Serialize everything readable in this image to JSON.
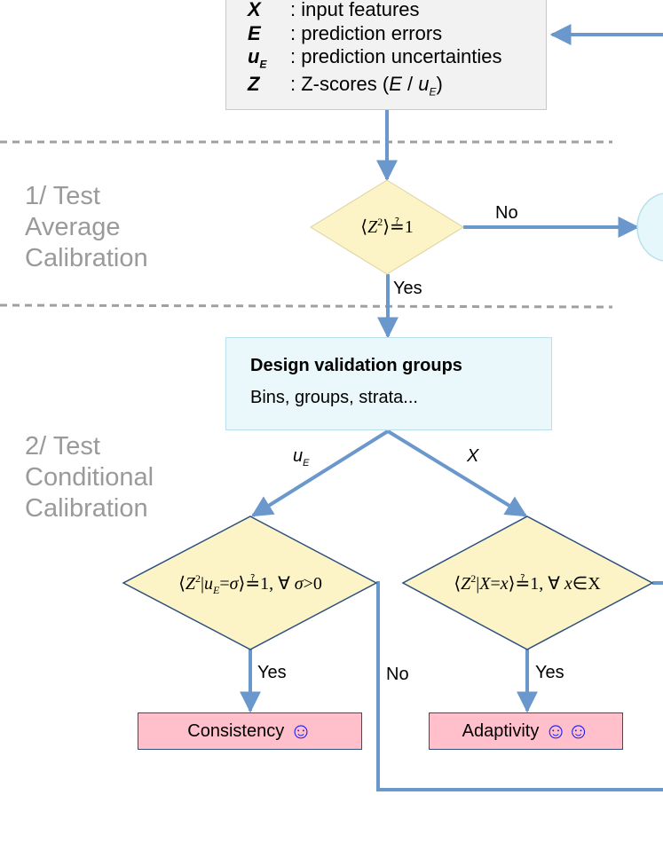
{
  "legend": {
    "rows": [
      {
        "symbol": "X",
        "description": ": input features"
      },
      {
        "symbol": "E",
        "description": ": prediction errors"
      },
      {
        "symbol": "u",
        "symbol_sub": "E",
        "description": ": prediction uncertainties"
      },
      {
        "symbol": "Z",
        "description_pre": ": Z-scores (",
        "description_var": "E",
        "description_mid": " / ",
        "description_var2": "u",
        "description_var2_sub": "E",
        "description_post": ")"
      }
    ]
  },
  "sections": [
    {
      "lines": [
        "1/ Test",
        "Average",
        "Calibration"
      ]
    },
    {
      "lines": [
        "2/ Test",
        "Conditional",
        "Calibration"
      ]
    }
  ],
  "decisions": {
    "average": {
      "expr": "⟨Z²⟩≟1"
    },
    "conditional_uE": {
      "expr": "⟨Z²|u_E=σ⟩≟1, ∀ σ>0"
    },
    "conditional_X": {
      "expr": "⟨Z²|X=x⟩≟1, ∀ x∈X"
    }
  },
  "design_box": {
    "title": "Design validation groups",
    "subtitle": "Bins, groups, strata..."
  },
  "edge_labels": {
    "no_average": "No",
    "yes_average": "Yes",
    "branch_uE": "u",
    "branch_uE_sub": "E",
    "branch_X": "X",
    "yes_consistency": "Yes",
    "no_conditional": "No",
    "yes_adaptivity": "Yes"
  },
  "results": {
    "consistency": {
      "label": "Consistency",
      "emoji": "☺"
    },
    "adaptivity": {
      "label": "Adaptivity",
      "emoji": "☺☺"
    }
  },
  "colors": {
    "arrow": "#6b98cc",
    "diamond_fill": "#fcf3c6",
    "diamond_stroke": "#2b4f7e",
    "separator": "#a0a0a0",
    "result_fill": "#ffc0cb",
    "smiley": "#1a1aff"
  }
}
